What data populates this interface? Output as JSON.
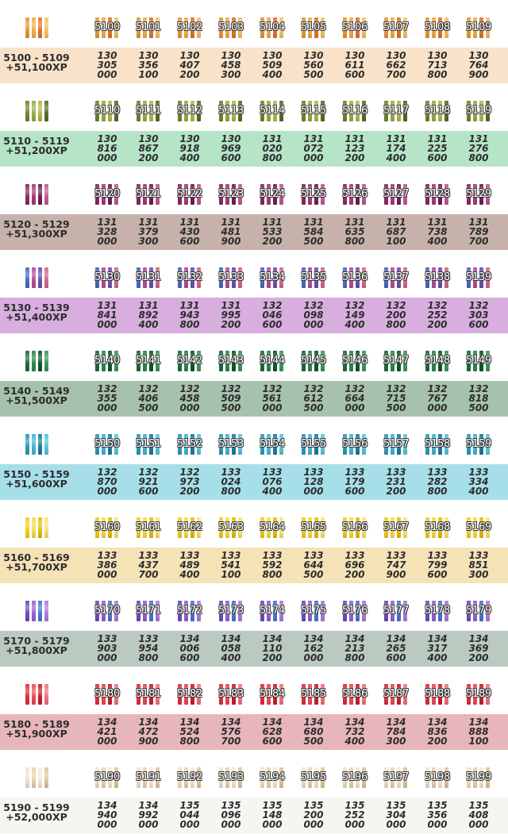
{
  "tier_sets": [
    {
      "range": "5100 - 5109",
      "xp_reward": "+51,100XP",
      "band_color": "#f8e3ca",
      "icon_colors": [
        "#e89a3a",
        "#f2b04a",
        "#e8742e",
        "#f4c36b"
      ],
      "tiers": [
        "5100",
        "5101",
        "5102",
        "5103",
        "5104",
        "5105",
        "5106",
        "5107",
        "5108",
        "5109"
      ],
      "xp_totals": [
        [
          "130",
          "305",
          "000"
        ],
        [
          "130",
          "356",
          "100"
        ],
        [
          "130",
          "407",
          "200"
        ],
        [
          "130",
          "458",
          "300"
        ],
        [
          "130",
          "509",
          "400"
        ],
        [
          "130",
          "560",
          "500"
        ],
        [
          "130",
          "611",
          "600"
        ],
        [
          "130",
          "662",
          "700"
        ],
        [
          "130",
          "713",
          "800"
        ],
        [
          "130",
          "764",
          "900"
        ]
      ]
    },
    {
      "range": "5110 - 5119",
      "xp_reward": "+51,200XP",
      "band_color": "#b5e4c7",
      "icon_colors": [
        "#6d8a2e",
        "#9cae47",
        "#b6b94f",
        "#586f25"
      ],
      "tiers": [
        "5110",
        "5111",
        "5112",
        "5113",
        "5114",
        "5115",
        "5116",
        "5117",
        "5118",
        "5119"
      ],
      "xp_totals": [
        [
          "130",
          "816",
          "000"
        ],
        [
          "130",
          "867",
          "200"
        ],
        [
          "130",
          "918",
          "400"
        ],
        [
          "130",
          "969",
          "600"
        ],
        [
          "131",
          "020",
          "800"
        ],
        [
          "131",
          "072",
          "000"
        ],
        [
          "131",
          "123",
          "200"
        ],
        [
          "131",
          "174",
          "400"
        ],
        [
          "131",
          "225",
          "600"
        ],
        [
          "131",
          "276",
          "800"
        ]
      ]
    },
    {
      "range": "5120 - 5129",
      "xp_reward": "+51,300XP",
      "band_color": "#c7b2ab",
      "icon_colors": [
        "#8b2a63",
        "#a93c7c",
        "#6e2350",
        "#c25b95"
      ],
      "tiers": [
        "5120",
        "5121",
        "5122",
        "5123",
        "5124",
        "5125",
        "5126",
        "5127",
        "5128",
        "5129"
      ],
      "xp_totals": [
        [
          "131",
          "328",
          "000"
        ],
        [
          "131",
          "379",
          "300"
        ],
        [
          "131",
          "430",
          "600"
        ],
        [
          "131",
          "481",
          "900"
        ],
        [
          "131",
          "533",
          "200"
        ],
        [
          "131",
          "584",
          "500"
        ],
        [
          "131",
          "635",
          "800"
        ],
        [
          "131",
          "687",
          "100"
        ],
        [
          "131",
          "738",
          "400"
        ],
        [
          "131",
          "789",
          "700"
        ]
      ]
    },
    {
      "range": "5130 - 5139",
      "xp_reward": "+51,400XP",
      "band_color": "#d7aede",
      "icon_colors": [
        "#4c6ac2",
        "#b84f9c",
        "#6f52b3",
        "#d46a8a"
      ],
      "tiers": [
        "5130",
        "5131",
        "5132",
        "5133",
        "5134",
        "5135",
        "5136",
        "5137",
        "5138",
        "5139"
      ],
      "xp_totals": [
        [
          "131",
          "841",
          "000"
        ],
        [
          "131",
          "892",
          "400"
        ],
        [
          "131",
          "943",
          "800"
        ],
        [
          "131",
          "995",
          "200"
        ],
        [
          "132",
          "046",
          "600"
        ],
        [
          "132",
          "098",
          "000"
        ],
        [
          "132",
          "149",
          "400"
        ],
        [
          "132",
          "200",
          "800"
        ],
        [
          "132",
          "252",
          "200"
        ],
        [
          "132",
          "303",
          "600"
        ]
      ]
    },
    {
      "range": "5140 - 5149",
      "xp_reward": "+51,500XP",
      "band_color": "#a6c2ac",
      "icon_colors": [
        "#1f6e3e",
        "#2f8a4e",
        "#17562f",
        "#3c9b5c"
      ],
      "tiers": [
        "5140",
        "5141",
        "5142",
        "5143",
        "5144",
        "5145",
        "5146",
        "5147",
        "5148",
        "5149"
      ],
      "xp_totals": [
        [
          "132",
          "355",
          "000"
        ],
        [
          "132",
          "406",
          "500"
        ],
        [
          "132",
          "458",
          "000"
        ],
        [
          "132",
          "509",
          "500"
        ],
        [
          "132",
          "561",
          "000"
        ],
        [
          "132",
          "612",
          "500"
        ],
        [
          "132",
          "664",
          "000"
        ],
        [
          "132",
          "715",
          "500"
        ],
        [
          "132",
          "767",
          "000"
        ],
        [
          "132",
          "818",
          "500"
        ]
      ]
    },
    {
      "range": "5150 - 5159",
      "xp_reward": "+51,600XP",
      "band_color": "#a7dfe9",
      "icon_colors": [
        "#2e9bbf",
        "#46b7d8",
        "#1f7ea2",
        "#5cc6dd"
      ],
      "tiers": [
        "5150",
        "5151",
        "5152",
        "5153",
        "5154",
        "5155",
        "5156",
        "5157",
        "5158",
        "5159"
      ],
      "xp_totals": [
        [
          "132",
          "870",
          "000"
        ],
        [
          "132",
          "921",
          "600"
        ],
        [
          "132",
          "973",
          "200"
        ],
        [
          "133",
          "024",
          "800"
        ],
        [
          "133",
          "076",
          "400"
        ],
        [
          "133",
          "128",
          "000"
        ],
        [
          "133",
          "179",
          "600"
        ],
        [
          "133",
          "231",
          "200"
        ],
        [
          "133",
          "282",
          "800"
        ],
        [
          "133",
          "334",
          "400"
        ]
      ]
    },
    {
      "range": "5160 - 5169",
      "xp_reward": "+51,700XP",
      "band_color": "#f5e2b7",
      "icon_colors": [
        "#f2cf1f",
        "#f7dd4b",
        "#e9be12",
        "#f9e574"
      ],
      "tiers": [
        "5160",
        "5161",
        "5162",
        "5163",
        "5164",
        "5165",
        "5166",
        "5167",
        "5168",
        "5169"
      ],
      "xp_totals": [
        [
          "133",
          "386",
          "000"
        ],
        [
          "133",
          "437",
          "700"
        ],
        [
          "133",
          "489",
          "400"
        ],
        [
          "133",
          "541",
          "100"
        ],
        [
          "133",
          "592",
          "800"
        ],
        [
          "133",
          "644",
          "500"
        ],
        [
          "133",
          "696",
          "200"
        ],
        [
          "133",
          "747",
          "900"
        ],
        [
          "133",
          "799",
          "600"
        ],
        [
          "133",
          "851",
          "300"
        ]
      ]
    },
    {
      "range": "5170 - 5179",
      "xp_reward": "+51,800XP",
      "band_color": "#bbcac0",
      "icon_colors": [
        "#6f4ec4",
        "#9b62d6",
        "#4c78d2",
        "#b27be1"
      ],
      "tiers": [
        "5170",
        "5171",
        "5172",
        "5173",
        "5174",
        "5175",
        "5176",
        "5177",
        "5178",
        "5179"
      ],
      "xp_totals": [
        [
          "133",
          "903",
          "000"
        ],
        [
          "133",
          "954",
          "800"
        ],
        [
          "134",
          "006",
          "600"
        ],
        [
          "134",
          "058",
          "400"
        ],
        [
          "134",
          "110",
          "200"
        ],
        [
          "134",
          "162",
          "000"
        ],
        [
          "134",
          "213",
          "800"
        ],
        [
          "134",
          "265",
          "600"
        ],
        [
          "134",
          "317",
          "400"
        ],
        [
          "134",
          "369",
          "200"
        ]
      ]
    },
    {
      "range": "5180 - 5189",
      "xp_reward": "+51,900XP",
      "band_color": "#e7b6bb",
      "icon_colors": [
        "#e0303f",
        "#ef4c58",
        "#c9222f",
        "#f27480"
      ],
      "tiers": [
        "5180",
        "5181",
        "5182",
        "5183",
        "5184",
        "5185",
        "5186",
        "5187",
        "5188",
        "5189"
      ],
      "xp_totals": [
        [
          "134",
          "421",
          "000"
        ],
        [
          "134",
          "472",
          "900"
        ],
        [
          "134",
          "524",
          "800"
        ],
        [
          "134",
          "576",
          "700"
        ],
        [
          "134",
          "628",
          "600"
        ],
        [
          "134",
          "680",
          "500"
        ],
        [
          "134",
          "732",
          "400"
        ],
        [
          "134",
          "784",
          "300"
        ],
        [
          "134",
          "836",
          "200"
        ],
        [
          "134",
          "888",
          "100"
        ]
      ]
    },
    {
      "range": "5190 - 5199",
      "xp_reward": "+52,000XP",
      "band_color": "#f6f5f2",
      "icon_colors": [
        "#f1e3c9",
        "#ebd3b0",
        "#f6ead6",
        "#e2c69c"
      ],
      "tiers": [
        "5190",
        "5191",
        "5192",
        "5193",
        "5194",
        "5195",
        "5196",
        "5197",
        "5198",
        "5199"
      ],
      "xp_totals": [
        [
          "134",
          "940",
          "000"
        ],
        [
          "134",
          "992",
          "000"
        ],
        [
          "135",
          "044",
          "000"
        ],
        [
          "135",
          "096",
          "000"
        ],
        [
          "135",
          "148",
          "000"
        ],
        [
          "135",
          "200",
          "000"
        ],
        [
          "135",
          "252",
          "000"
        ],
        [
          "135",
          "304",
          "000"
        ],
        [
          "135",
          "356",
          "000"
        ],
        [
          "135",
          "408",
          "000"
        ]
      ]
    }
  ]
}
